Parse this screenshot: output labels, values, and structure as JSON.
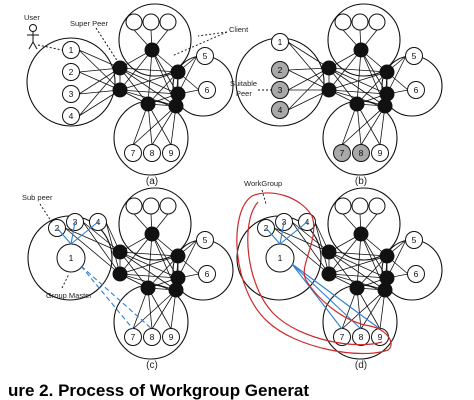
{
  "labels": {
    "user": "User",
    "super_peer": "Super Peer",
    "client": "Client",
    "suitable_peer": "Suitable\nPeer",
    "sub_peer": "Sub peer",
    "group_master": "Group Master",
    "workgroup": "WorkGroup"
  },
  "panels": [
    {
      "id": "a",
      "caption": "(a)"
    },
    {
      "id": "b",
      "caption": "(b)"
    },
    {
      "id": "c",
      "caption": "(c)"
    },
    {
      "id": "d",
      "caption": "(d)"
    }
  ],
  "client_numbers": [
    "1",
    "2",
    "3",
    "4",
    "5",
    "6",
    "7",
    "8",
    "9"
  ],
  "figure_caption": "ure 2. Process of Workgroup Generat",
  "colors": {
    "ink": "#111111",
    "suitable_fill": "#a9a9a9",
    "blue_link": "#2f7fd0",
    "red_outline": "#cc2a2a"
  }
}
